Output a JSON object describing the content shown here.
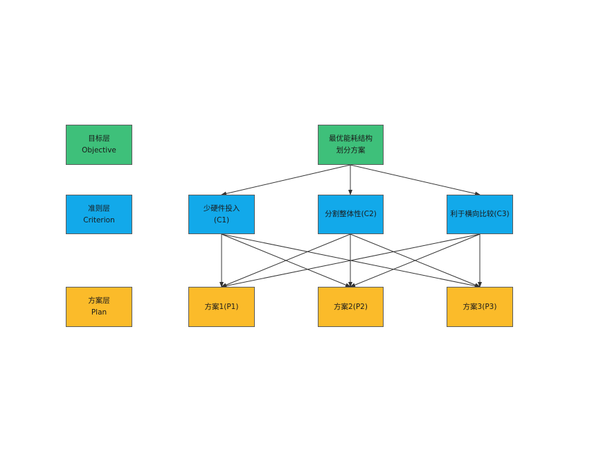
{
  "layer_labels": {
    "objective": {
      "line1": "目标层",
      "line2": "Objective"
    },
    "criterion": {
      "line1": "准则层",
      "line2": "Criterion"
    },
    "plan": {
      "line1": "方案层",
      "line2": "Plan"
    }
  },
  "goal": {
    "line1": "最优能耗结构",
    "line2": "划分方案"
  },
  "criteria": {
    "c1": {
      "line1": "少硬件投入",
      "line2": "(C1)"
    },
    "c2": {
      "line1": "分割整体性(C2)"
    },
    "c3": {
      "line1": "利于横向比较(C3)"
    }
  },
  "plans": {
    "p1": {
      "line1": "方案1(P1)"
    },
    "p2": {
      "line1": "方案2(P2)"
    },
    "p3": {
      "line1": "方案3(P3)"
    }
  },
  "colors": {
    "objective": "#3ec07a",
    "criterion": "#12a9ea",
    "plan": "#fbbb2a",
    "border": "#5a5a5a",
    "arrow": "#333333"
  }
}
